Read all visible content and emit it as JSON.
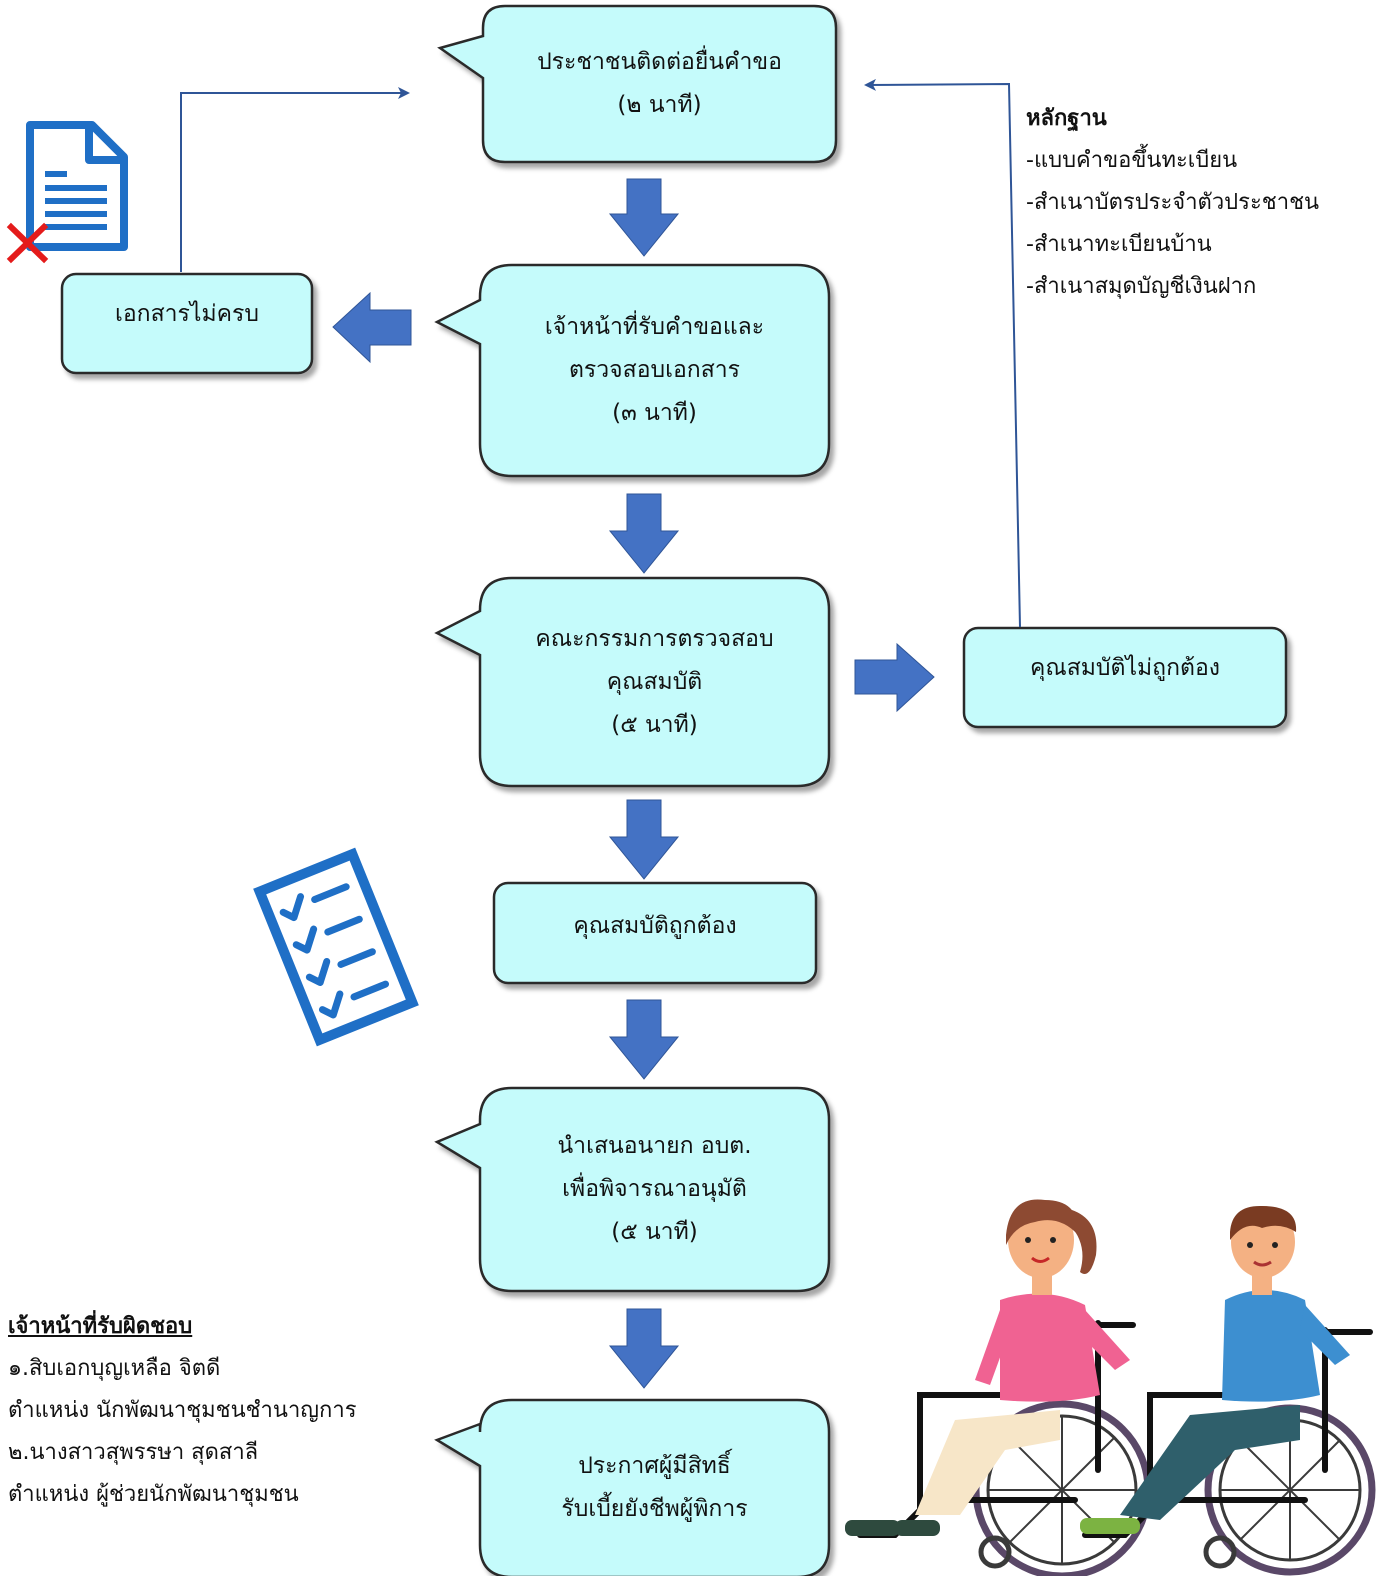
{
  "steps": {
    "s1": {
      "lines": [
        "ประชาชนติดต่อยื่นคำขอ",
        "(๒ นาที)"
      ]
    },
    "s2": {
      "lines": [
        "เจ้าหน้าที่รับคำขอและ",
        "ตรวจสอบเอกสาร",
        "(๓ นาที)"
      ]
    },
    "s3": {
      "lines": [
        "คณะกรรมการตรวจสอบ",
        "คุณสมบัติ",
        "(๕ นาที)"
      ]
    },
    "s4": {
      "lines": [
        "คุณสมบัติถูกต้อง"
      ]
    },
    "s5": {
      "lines": [
        "นำเสนอนายก อบต.",
        "เพื่อพิจารณาอนุมัติ",
        "(๕ นาที)"
      ]
    },
    "s6": {
      "lines": [
        "ประกาศผู้มีสิทธิ์",
        "รับเบี้ยยังชีพผู้พิการ"
      ]
    },
    "incomplete": {
      "lines": [
        "เอกสารไม่ครบ"
      ]
    },
    "invalid": {
      "lines": [
        "คุณสมบัติไม่ถูกต้อง"
      ]
    }
  },
  "evidence": {
    "title": "หลักฐาน",
    "items": [
      "-แบบคำขอขึ้นทะเบียน",
      "-สำเนาบัตรประจำตัวประชาชน",
      "-สำเนาทะเบียนบ้าน",
      "-สำเนาสมุดบัญชีเงินฝาก"
    ]
  },
  "staff": {
    "title": "เจ้าหน้าที่รับผิดชอบ",
    "lines": [
      "๑.สิบเอกบุญเหลือ จิตดี",
      "ตำแหน่ง นักพัฒนาชุมชนชำนาญการ",
      "๒.นางสาวสุพรรษา สุดสาลี",
      "ตำแหน่ง ผู้ช่วยนักพัฒนาชุมชน"
    ]
  },
  "colors": {
    "box_fill": "#c5fbfb",
    "box_stroke": "#2a2a2a",
    "arrow_fill": "#4472c4",
    "line": "#2f5597",
    "icon_blue": "#1f6fc6",
    "cross": "#e41b1b"
  },
  "icons": [
    "document-icon",
    "cross-icon",
    "checklist-icon",
    "wheelchair-users-illustration"
  ]
}
